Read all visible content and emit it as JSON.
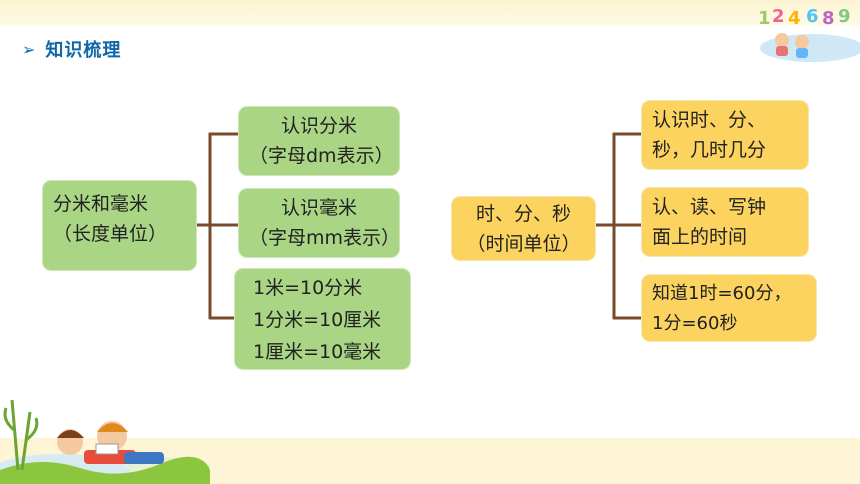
{
  "header": {
    "arrow": "➢",
    "title": "知识梳理"
  },
  "left": {
    "root": [
      "分米和毫米",
      "（长度单位）"
    ],
    "children": [
      [
        "认识分米",
        "（字母dm表示）"
      ],
      [
        "认识毫米",
        "（字母mm表示）"
      ],
      [
        "1米=10分米",
        "1分米=10厘米",
        "1厘米=10毫米"
      ]
    ]
  },
  "right": {
    "root": [
      "时、分、秒",
      "（时间单位）"
    ],
    "children": [
      [
        "认识时、分、",
        "秒，几时几分"
      ],
      [
        "认、读、写钟",
        "面上的时间"
      ],
      [
        "知道1时=60分，",
        "1分=60秒"
      ]
    ]
  },
  "colors": {
    "green": "#a9d585",
    "yellow": "#fcd35f",
    "connector": "#7a4a2a",
    "title": "#0f66a8"
  },
  "decorations": [
    "kids-reading-illustration",
    "colorful-numbers-illustration"
  ]
}
